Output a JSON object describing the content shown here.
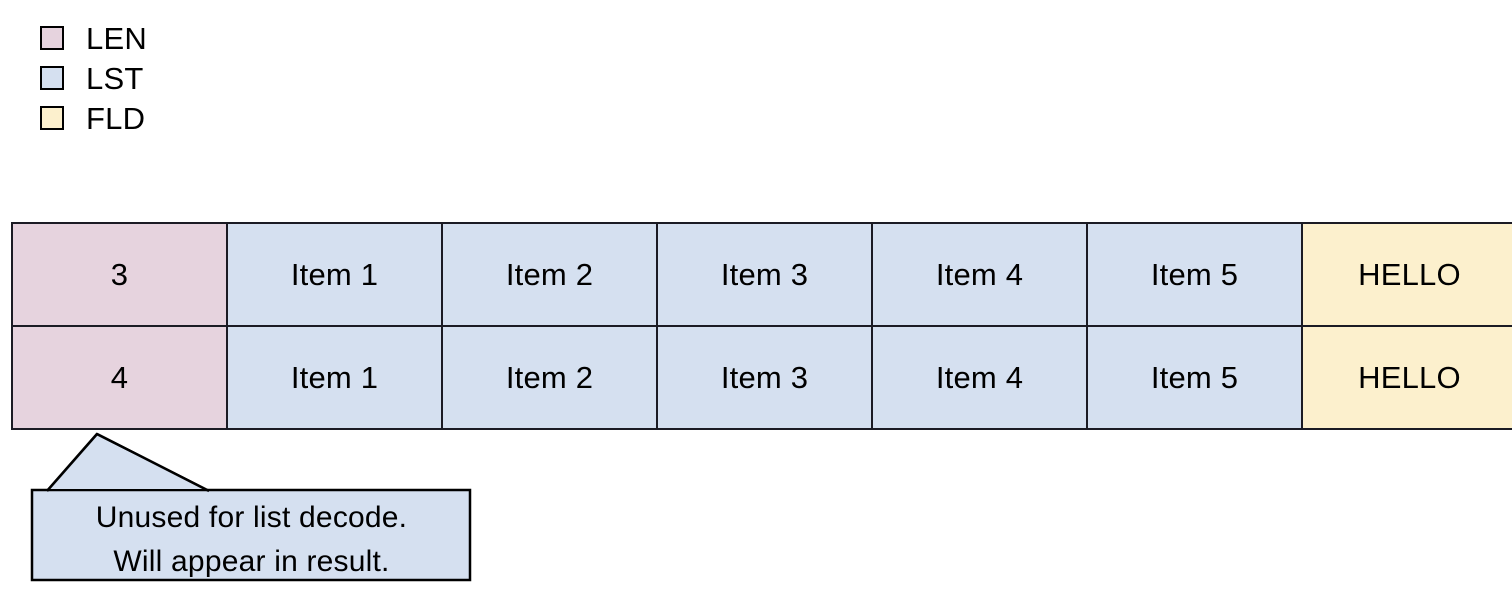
{
  "legend": {
    "items": [
      {
        "label": "LEN",
        "color": "#e6d3de",
        "icon": "legend-swatch-icon"
      },
      {
        "label": "LST",
        "color": "#d5e0f0",
        "icon": "legend-swatch-icon"
      },
      {
        "label": "FLD",
        "color": "#fcf0cd",
        "icon": "legend-swatch-icon"
      }
    ]
  },
  "table": {
    "rows": [
      {
        "len": "3",
        "list": [
          "Item 1",
          "Item 2",
          "Item 3",
          "Item 4",
          "Item 5"
        ],
        "fld": "HELLO"
      },
      {
        "len": "4",
        "list": [
          "Item 1",
          "Item 2",
          "Item 3",
          "Item 4",
          "Item 5"
        ],
        "fld": "HELLO"
      }
    ]
  },
  "callout": {
    "line1": "Unused for list decode.",
    "line2": "Will appear in result.",
    "fill": "#d5e0f0",
    "stroke": "#000000"
  },
  "colors": {
    "len": "#e6d3de",
    "lst": "#d5e0f0",
    "fld": "#fcf0cd",
    "border": "#1b1b24",
    "background": "#ffffff"
  }
}
